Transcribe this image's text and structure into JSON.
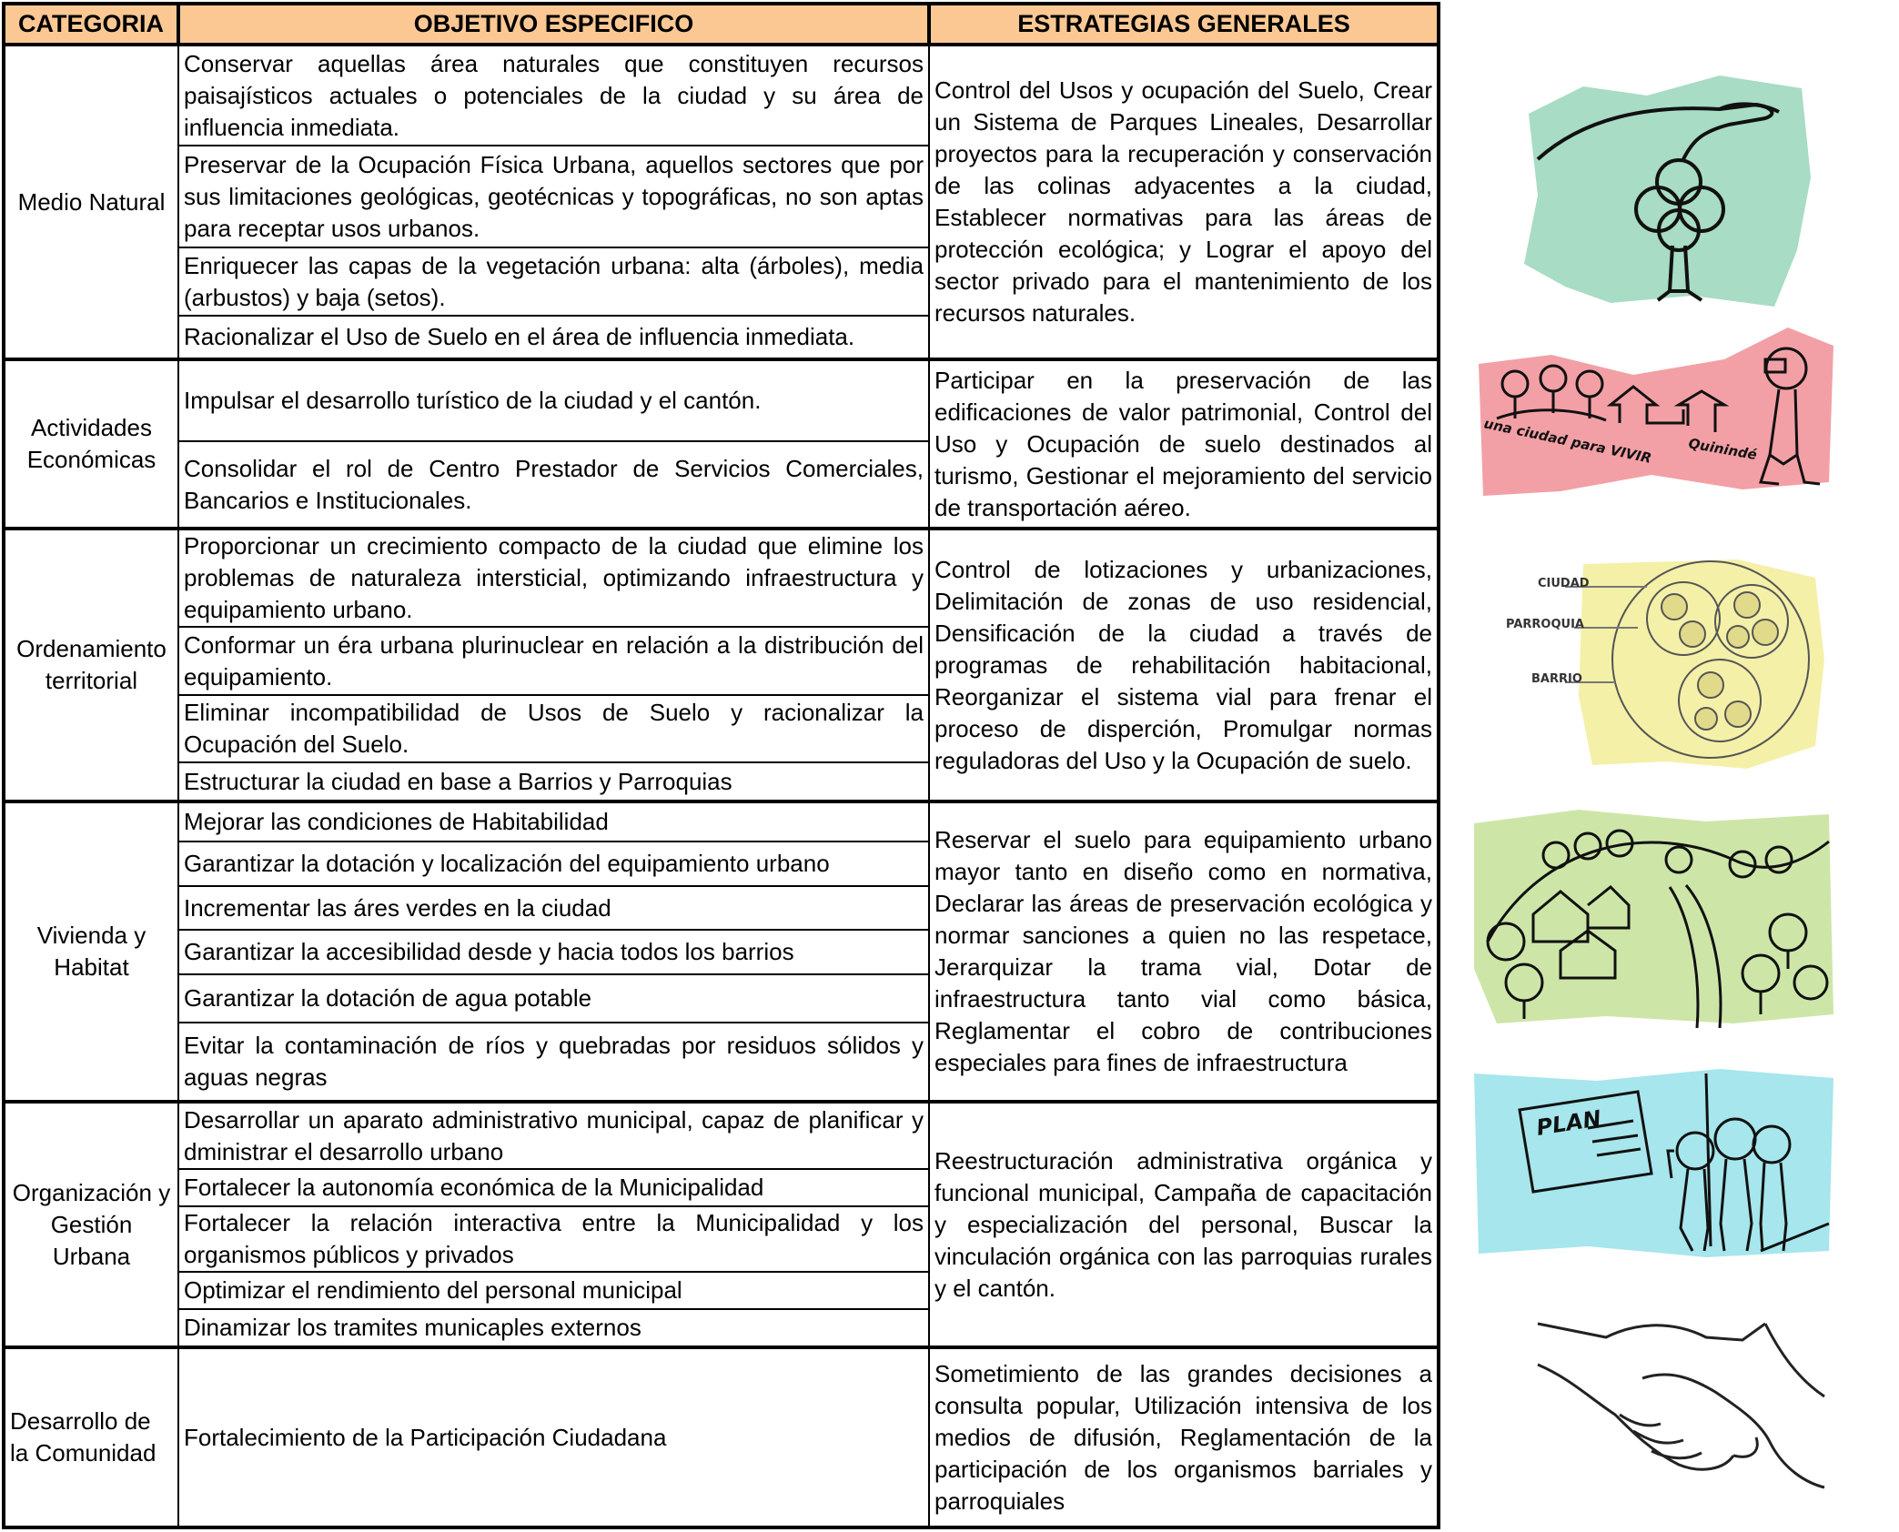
{
  "headers": {
    "categoria": "CATEGORIA",
    "objetivo": "OBJETIVO ESPECIFICO",
    "estrategias": "ESTRATEGIAS GENERALES"
  },
  "groups": [
    {
      "categoria": "Medio Natural",
      "objetivos": [
        "Conservar aquellas área naturales que constituyen recursos paisajísticos actuales o potenciales de la ciudad y su área de influencia inmediata.",
        "Preservar de la Ocupación Física Urbana, aquellos sectores que por sus limitaciones geológicas, geotécnicas y topográficas, no son aptas para receptar usos urbanos.",
        "Enriquecer las capas de la vegetación urbana: alta (árboles), media (arbustos) y baja (setos).",
        "Racionalizar el Uso de Suelo en el área de influencia inmediata."
      ],
      "estrategias": "Control del Usos y ocupación del Suelo, Crear un Sistema de Parques Lineales, Desarrollar proyectos para la recuperación y conservación de las colinas adyacentes a la ciudad, Establecer normativas para las áreas de protección ecológica; y Lograr el apoyo del sector privado para el mantenimiento de los recursos naturales."
    },
    {
      "categoria": "Actividades Económicas",
      "objetivos": [
        "Impulsar el desarrollo turístico de la ciudad y el cantón.",
        "Consolidar el rol de Centro Prestador de Servicios Comerciales, Bancarios e Institucionales."
      ],
      "estrategias": "Participar en la preservación de las edificaciones de valor patrimonial, Control del Uso y Ocupación de suelo destinados al turismo, Gestionar el mejoramiento del servicio de transportación aéreo."
    },
    {
      "categoria": "Ordenamiento territorial",
      "objetivos": [
        "Proporcionar un crecimiento compacto de la ciudad que elimine los problemas de naturaleza intersticial, optimizando infraestructura y equipamiento urbano.",
        "Conformar un éra urbana plurinuclear en relación a la distribución del equipamiento.",
        "Eliminar incompatibilidad de Usos de Suelo  y racionalizar la Ocupación del Suelo.",
        "Estructurar la ciudad en base a Barrios y Parroquias"
      ],
      "estrategias": "Control de lotizaciones y urbanizaciones, Delimitación de zonas de uso residencial, Densificación de la ciudad a través de programas de rehabilitación habitacional, Reorganizar el sistema vial para frenar el proceso de disperción, Promulgar normas reguladoras del Uso y la Ocupación de suelo."
    },
    {
      "categoria": "Vivienda y Habitat",
      "objetivos": [
        "Mejorar las condiciones de Habitabilidad",
        "Garantizar la dotación y localización del equipamiento urbano",
        "Incrementar las áres verdes en la ciudad",
        "Garantizar la accesibilidad desde y hacia todos los barrios",
        "Garantizar la dotación de agua potable",
        "Evitar la contaminación de ríos y quebradas por residuos sólidos y aguas negras"
      ],
      "estrategias": "Reservar el suelo para equipamiento urbano mayor tanto en diseño como en normativa, Declarar las áreas de preservación ecológica y normar sanciones a quien no las respetace, Jerarquizar la trama vial, Dotar de infraestructura tanto vial como básica, Reglamentar el cobro de contribuciones especiales para fines de infraestructura"
    },
    {
      "categoria": "Organización y Gestión Urbana",
      "objetivos": [
        "Desarrollar un aparato administrativo municipal, capaz de planificar y dministrar el desarrollo urbano",
        "Fortalecer la autonomía económica de la Municipalidad",
        "Fortalecer la relación interactiva entre la Municipalidad y los organismos públicos y privados",
        "Optimizar el rendimiento del personal municipal",
        "Dinamizar los tramites municaples externos"
      ],
      "estrategias": "Reestructuración administrativa orgánica y funcional municipal, Campaña de capacitación y especialización del personal, Buscar la vinculación orgánica con las parroquias rurales y el cantón."
    },
    {
      "categoria": "Desarrollo de la Comunidad",
      "objetivos": [
        "Fortalecimiento de la Participación Ciudadana"
      ],
      "estrategias": "Sometimiento de las grandes decisiones a consulta popular, Utilización intensiva de los medios de difusión, Reglamentación de la participación de los organismos barriales y parroquiales"
    }
  ],
  "illustrations": {
    "tourism_text_1": "Quinindé",
    "tourism_text_2": "una ciudad para VIVIR",
    "diagram_labels": [
      "CIUDAD",
      "PARROQUIA",
      "BARRIO"
    ],
    "plan_label": "PLAN",
    "colors": {
      "green": "#a8dcc4",
      "pink": "#f2a0a6",
      "yellow": "#f4f0a8",
      "lightgreen": "#cde6a8",
      "cyan": "#a6e6ec"
    }
  }
}
